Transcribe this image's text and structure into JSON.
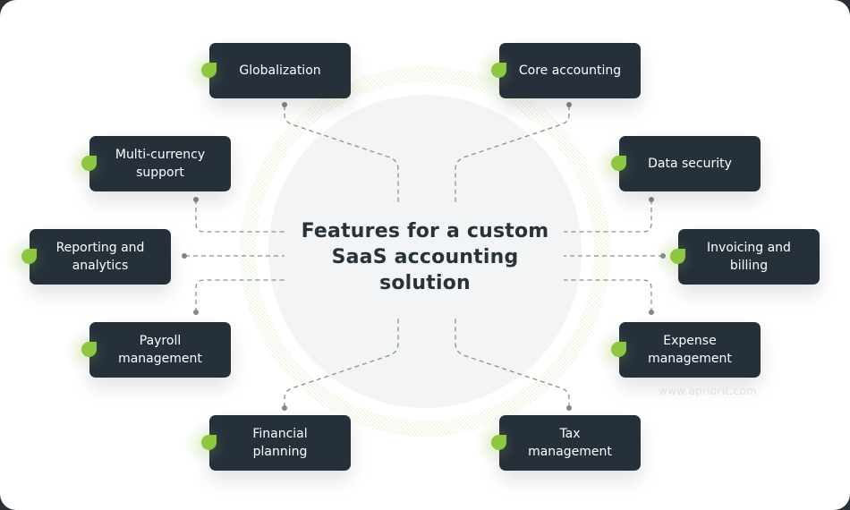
{
  "diagram": {
    "title": "Features for a custom SaaS accounting solution",
    "title_lines": [
      "Features for a custom",
      "SaaS accounting",
      "solution"
    ],
    "colors": {
      "node_bg": "#26303a",
      "node_text": "#ffffff",
      "accent_leaf": "#8dc63f",
      "title_text": "#27323a",
      "connector": "#8a9096"
    },
    "nodes": [
      {
        "id": "globalization",
        "lines": [
          "Globalization"
        ]
      },
      {
        "id": "core-accounting",
        "lines": [
          "Core accounting"
        ]
      },
      {
        "id": "multi-currency",
        "lines": [
          "Multi-currency",
          "support"
        ]
      },
      {
        "id": "data-security",
        "lines": [
          "Data security"
        ]
      },
      {
        "id": "reporting",
        "lines": [
          "Reporting and",
          "analytics"
        ]
      },
      {
        "id": "invoicing",
        "lines": [
          "Invoicing and",
          "billing"
        ]
      },
      {
        "id": "payroll",
        "lines": [
          "Payroll",
          "management"
        ]
      },
      {
        "id": "expense",
        "lines": [
          "Expense",
          "management"
        ]
      },
      {
        "id": "financial-planning",
        "lines": [
          "Financial",
          "planning"
        ]
      },
      {
        "id": "tax",
        "lines": [
          "Tax",
          "management"
        ]
      }
    ],
    "watermark": "www.apriorit.com"
  }
}
